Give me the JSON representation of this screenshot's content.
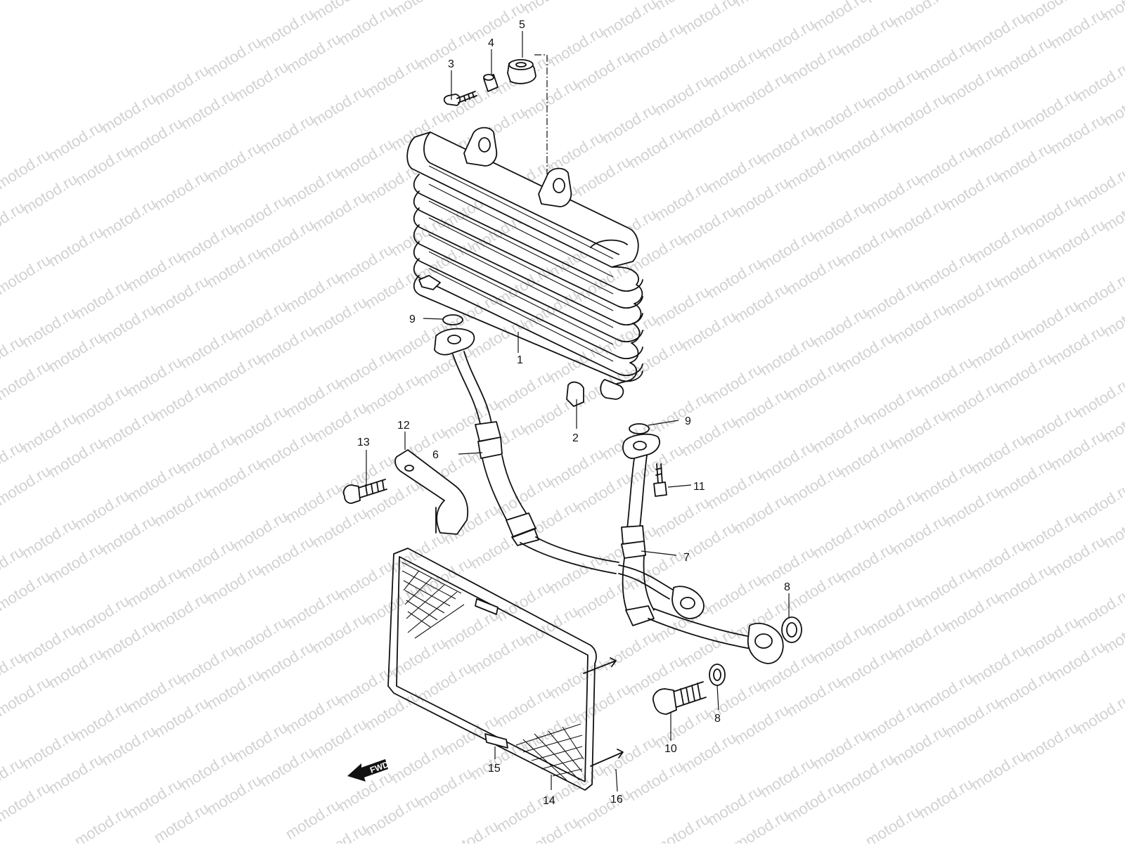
{
  "watermark": {
    "text": "motod.ru",
    "color": "#d2d2d2"
  },
  "fwd_badge": {
    "text": "FWD"
  },
  "labels": {
    "l1": "1",
    "l2": "2",
    "l3": "3",
    "l4": "4",
    "l5": "5",
    "l6": "6",
    "l7": "7",
    "l8a": "8",
    "l8b": "8",
    "l9a": "9",
    "l9b": "9",
    "l10": "10",
    "l11": "11",
    "l12": "12",
    "l13": "13",
    "l14": "14",
    "l15": "15",
    "l16": "16"
  }
}
